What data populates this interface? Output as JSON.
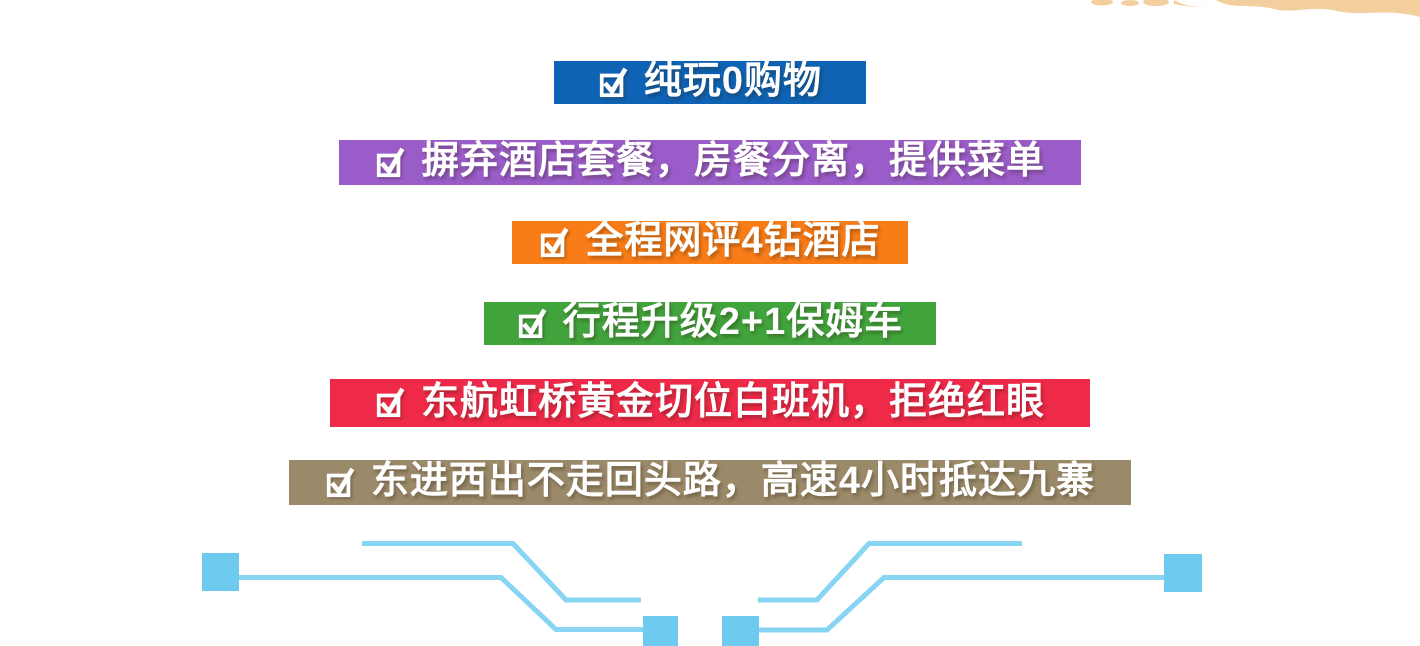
{
  "banners": [
    {
      "icon": "checkbox-checked-icon",
      "text": "纯玩0购物",
      "color": "#0e63b4"
    },
    {
      "icon": "checkbox-checked-icon",
      "text": "摒弃酒店套餐，房餐分离，提供菜单",
      "color": "#9a5cc8"
    },
    {
      "icon": "checkbox-checked-icon",
      "text": "全程网评4钻酒店",
      "color": "#f87c17"
    },
    {
      "icon": "checkbox-checked-icon",
      "text": "行程升级2+1保姆车",
      "color": "#41a33c"
    },
    {
      "icon": "checkbox-checked-icon",
      "text": "东航虹桥黄金切位白班机，拒绝红眼",
      "color": "#ef2948"
    },
    {
      "icon": "checkbox-checked-icon",
      "text": "东进西出不走回头路，高速4小时抵达九寨",
      "color": "#9b8a69"
    }
  ],
  "decorations": {
    "brush_color": "#f2cf9d",
    "line_color": "#87d5f3",
    "square_color": "#6ecaef",
    "check_color": "#ffffff"
  }
}
